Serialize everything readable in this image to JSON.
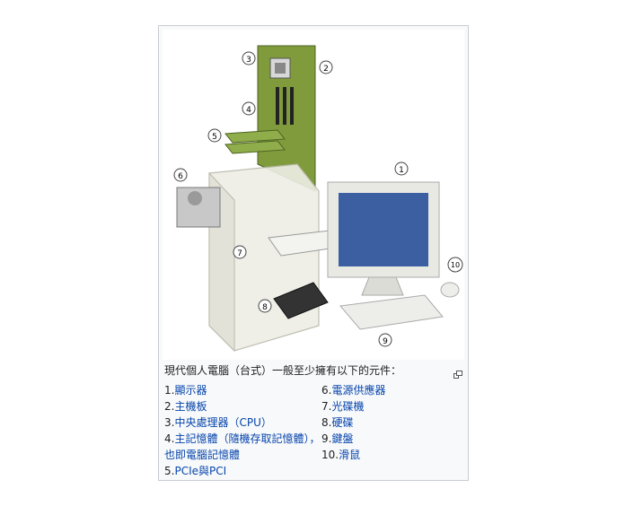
{
  "figure": {
    "callouts": [
      "1",
      "2",
      "3",
      "4",
      "5",
      "6",
      "7",
      "8",
      "9",
      "10"
    ]
  },
  "caption": {
    "title": "現代個人電腦（台式）一般至少擁有以下的元件：",
    "enlarge_icon": "enlarge-icon",
    "left_items": [
      {
        "num": "1.",
        "label": "顯示器"
      },
      {
        "num": "2.",
        "label": "主機板"
      },
      {
        "num": "3.",
        "label": "中央處理器（CPU）"
      },
      {
        "num": "4.",
        "label": "主記憶體（隨機存取記憶體），也即電腦記憶體"
      },
      {
        "num": "5.",
        "label": "PCIe與PCI"
      }
    ],
    "right_items": [
      {
        "num": "6.",
        "label": "電源供應器"
      },
      {
        "num": "7.",
        "label": "光碟機"
      },
      {
        "num": "8.",
        "label": "硬碟"
      },
      {
        "num": "9.",
        "label": "鍵盤"
      },
      {
        "num": "10.",
        "label": "滑鼠"
      }
    ]
  },
  "colors": {
    "link": "#0645ad",
    "text": "#202122",
    "board": "#7a9a3a",
    "screen": "#3b5fa0"
  }
}
